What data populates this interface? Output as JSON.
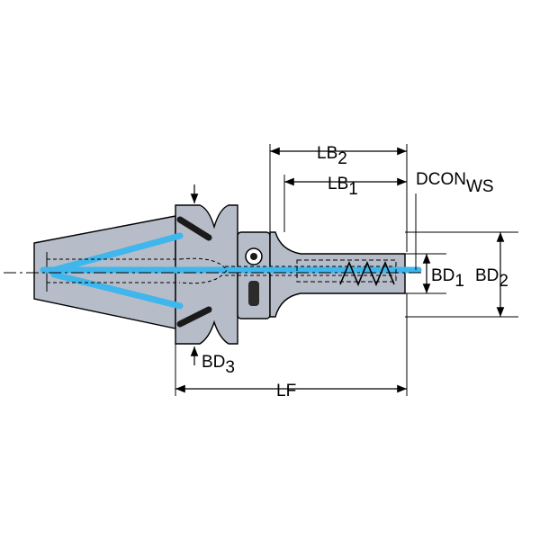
{
  "labels": {
    "lb2": {
      "main": "LB",
      "sub": "2"
    },
    "lb1": {
      "main": "LB",
      "sub": "1"
    },
    "dcon": {
      "main": "DCON",
      "sub": "WS"
    },
    "bd1": {
      "main": "BD",
      "sub": "1"
    },
    "bd2": {
      "main": "BD",
      "sub": "2"
    },
    "bd3": {
      "main": "BD",
      "sub": "3"
    },
    "lf": {
      "main": "LF"
    }
  },
  "colors": {
    "body": "#b6bcc8",
    "body_dark": "#8f96a3",
    "coolant": "#3fb6ec",
    "outline": "#000000",
    "background": "#ffffff"
  }
}
